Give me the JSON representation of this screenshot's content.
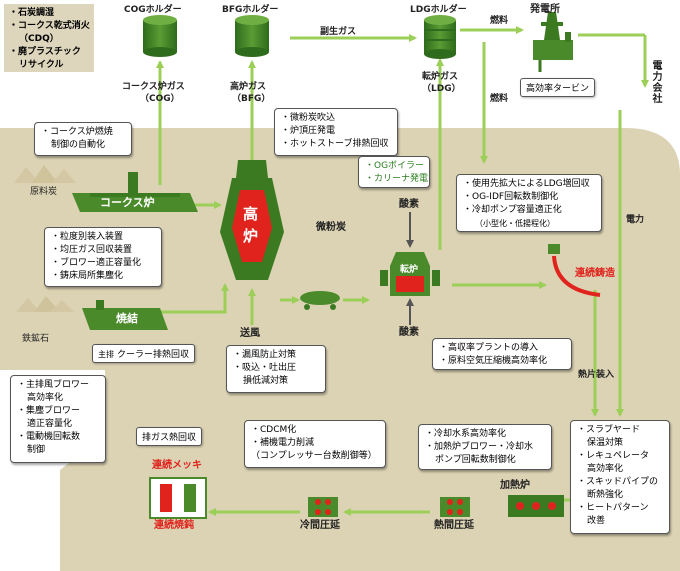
{
  "legend": [
    "・石炭調湿",
    "・コークス乾式消火",
    "（CDQ）",
    "・廃プラスチック",
    "リサイクル"
  ],
  "holders": {
    "cog": "COGホルダー",
    "bfg": "BFGホルダー",
    "ldg": "LDGホルダー"
  },
  "power_plant": "発電所",
  "fuel_top": "燃料",
  "fuel_mid": "燃料",
  "byproduct_gas": "副生ガス",
  "turbine": "高効率タービン",
  "power_company": "電力会社",
  "power": "電力",
  "coke_gas": [
    "コークス炉ガス",
    "（COG）"
  ],
  "bf_gas": [
    "高炉ガス",
    "（BFG）"
  ],
  "converter_gas": [
    "転炉ガス",
    "（LDG）"
  ],
  "coke_box": [
    "・コークス炉燃焼",
    "制御の自動化"
  ],
  "bf_box": [
    "・微粉炭吹込",
    "・炉頂圧発電",
    "・ホットストーブ排熱回収"
  ],
  "og_box": [
    "・OGボイラー",
    "・カリーナ発電"
  ],
  "ldg_box": [
    "・使用先拡大によるLDG増回収",
    "・OG-IDF回転数制御化",
    "・冷却ポンプ容量適正化",
    "（小型化・低揚程化）"
  ],
  "raw_coal": "原料炭",
  "coke_oven": "コークス炉",
  "blast_furnace": [
    "高",
    "炉"
  ],
  "pulverized_coal": "微粉炭",
  "oxygen_top": "酸素",
  "oxygen_bottom": "酸素",
  "converter": "転炉",
  "continuous_casting": "連続鋳造",
  "charging_box": [
    "・粒度別装入装置",
    "・均圧ガス回収装置",
    "・ブロワー適正容量化",
    "・鋳床局所集塵化"
  ],
  "iron_ore": "鉄鉱石",
  "sinter": "焼結",
  "cooler": {
    "tag": "主排",
    "label": "クーラー排熱回収"
  },
  "blast": "送風",
  "blast_box": [
    "・漏風防止対策",
    "・吸込・吐出圧",
    "損低減対策"
  ],
  "oxy_box": [
    "・高収率プラントの導入",
    "・原料空気圧縮機高効率化"
  ],
  "slab_charging": "熱片装入",
  "sinter_box": [
    "・主排風ブロワー",
    "高効率化",
    "・集塵ブロワー",
    "適正容量化",
    "・電動機回転数",
    "制御"
  ],
  "exhaust_box": "排ガス熱回収",
  "galvanizing": "連続メッキ",
  "annealing": "連続焼鈍",
  "cdcm_box": [
    "・CDCM化",
    "・補機電力削減",
    "（コンプレッサー台数削御等）"
  ],
  "cold_rolling": "冷間圧延",
  "cooling_box": [
    "・冷却水系高効率化",
    "・加熱炉ブロワー・冷却水",
    "ポンプ回転数制御化"
  ],
  "reheat_furnace": "加熱炉",
  "hot_rolling": "熱間圧延",
  "slab_box": [
    "・スラブヤード",
    "保温対策",
    "・レキュペレータ",
    "高効率化",
    "・スキッドパイプの",
    "断熱強化",
    "・ヒートパターン",
    "改善"
  ],
  "colors": {
    "band": "#dcd3b4",
    "arrow": "#9ccf58",
    "facility": "#4a8a2a",
    "furnace_red": "#e0231d",
    "legend_bg": "#ddd6bd"
  }
}
